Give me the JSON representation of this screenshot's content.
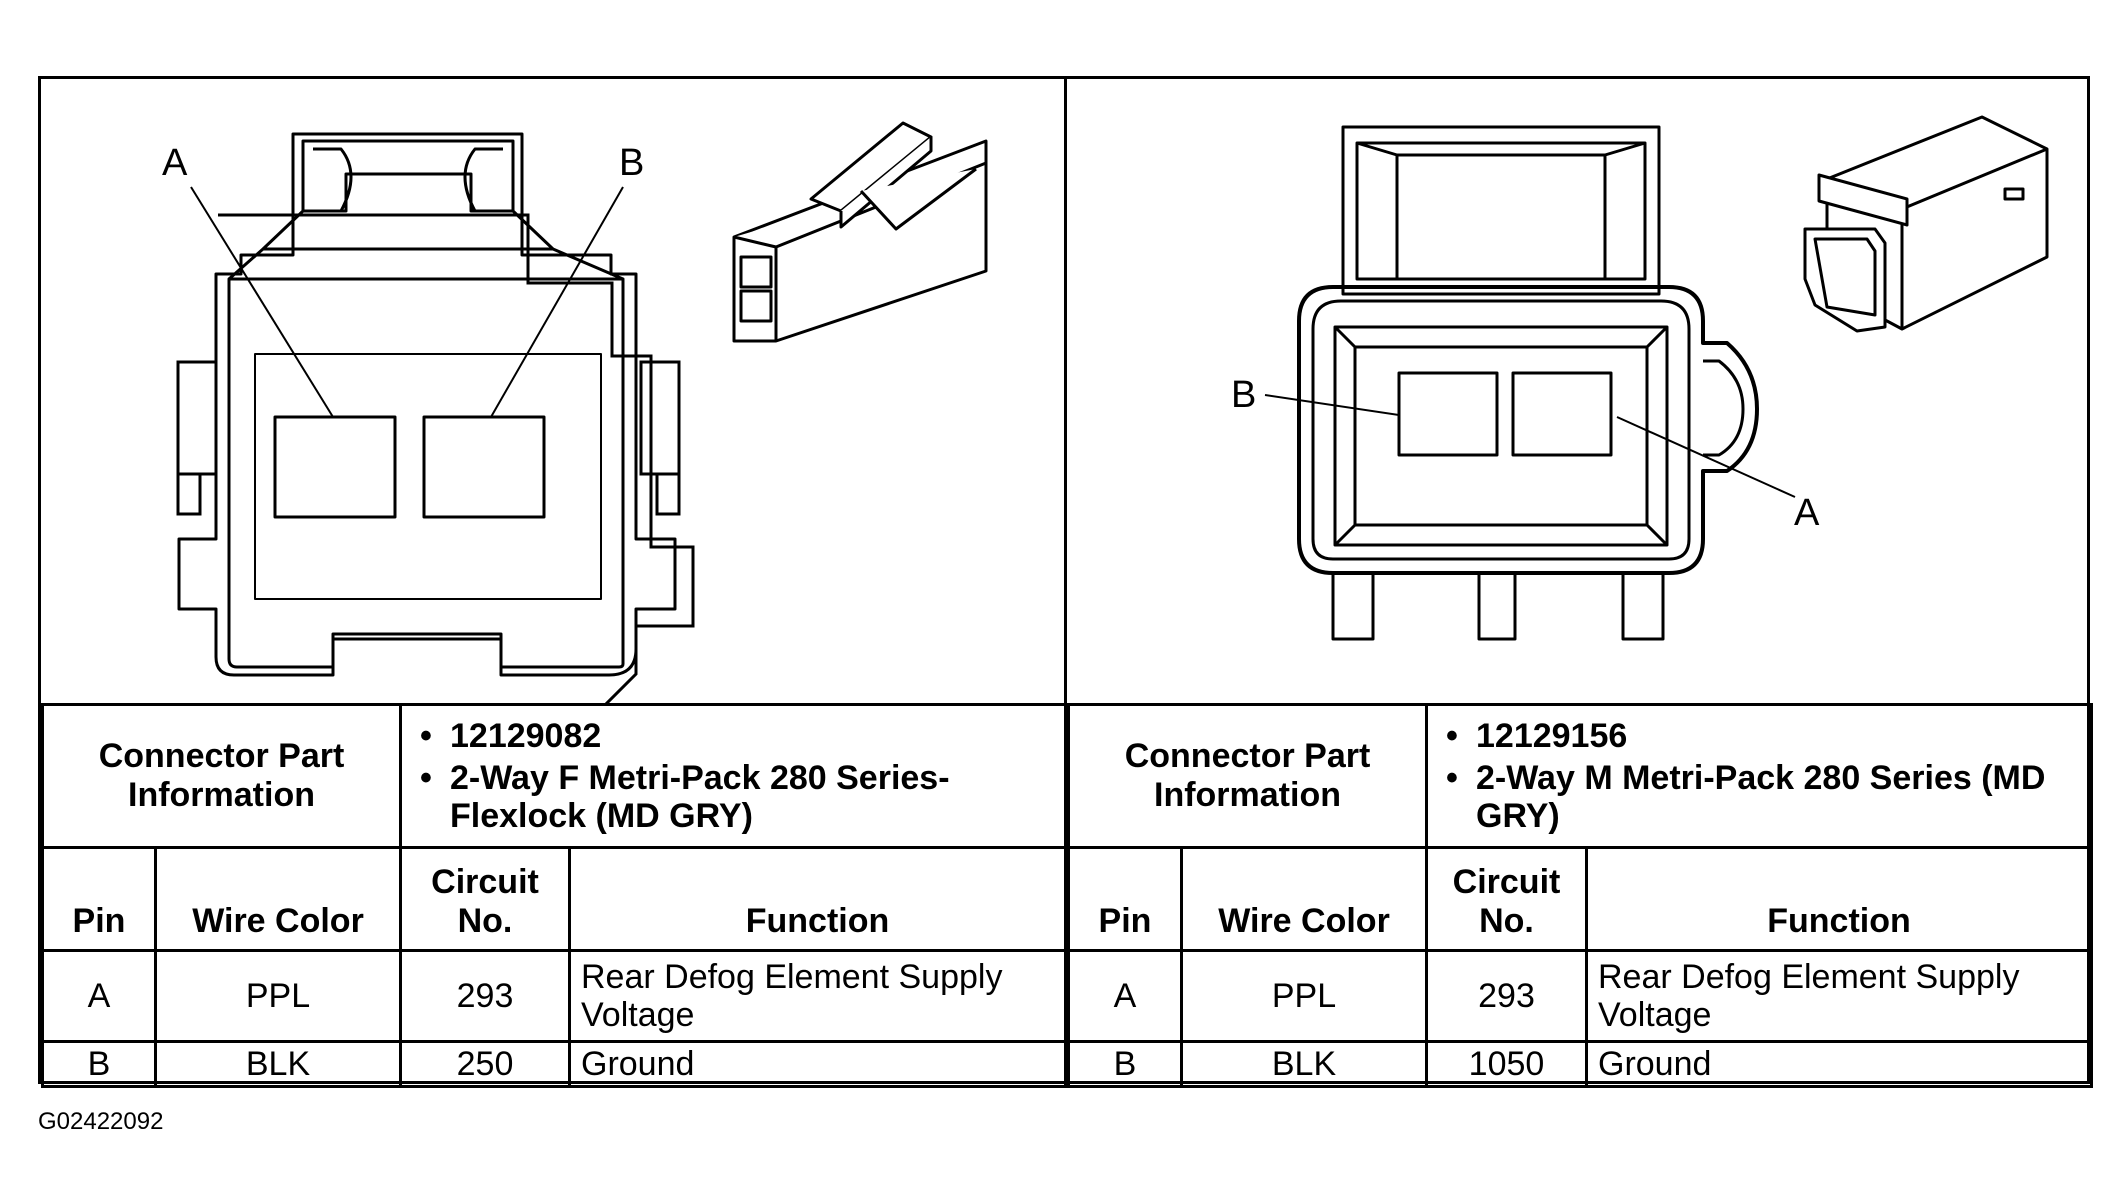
{
  "left": {
    "callouts": [
      "A",
      "B"
    ],
    "part_info_label": "Connector Part Information",
    "part_numbers": [
      "12129082",
      "2-Way F Metri-Pack 280 Series-Flexlock (MD GRY)"
    ],
    "headers": {
      "pin": "Pin",
      "wire_color": "Wire Color",
      "circuit": "Circuit No.",
      "function": "Function"
    },
    "rows": [
      {
        "pin": "A",
        "wire_color": "PPL",
        "circuit": "293",
        "function": "Rear Defog Element Supply Voltage"
      },
      {
        "pin": "B",
        "wire_color": "BLK",
        "circuit": "250",
        "function": "Ground"
      }
    ]
  },
  "right": {
    "callouts": [
      "B",
      "A"
    ],
    "part_info_label": "Connector Part Information",
    "part_numbers": [
      "12129156",
      "2-Way M Metri-Pack 280 Series (MD GRY)"
    ],
    "headers": {
      "pin": "Pin",
      "wire_color": "Wire Color",
      "circuit": "Circuit No.",
      "function": "Function"
    },
    "rows": [
      {
        "pin": "A",
        "wire_color": "PPL",
        "circuit": "293",
        "function": "Rear Defog Element Supply Voltage"
      },
      {
        "pin": "B",
        "wire_color": "BLK",
        "circuit": "1050",
        "function": "Ground"
      }
    ]
  },
  "figure_id": "G02422092"
}
